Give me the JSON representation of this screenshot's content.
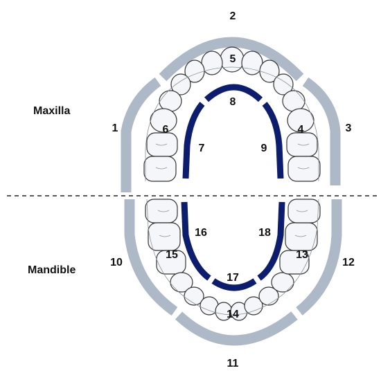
{
  "regions": {
    "maxilla": "Maxilla",
    "mandible": "Mandible"
  },
  "numbers": {
    "n1": "1",
    "n2": "2",
    "n3": "3",
    "n4": "4",
    "n5": "5",
    "n6": "6",
    "n7": "7",
    "n8": "8",
    "n9": "9",
    "n10": "10",
    "n11": "11",
    "n12": "12",
    "n13": "13",
    "n14": "14",
    "n15": "15",
    "n16": "16",
    "n17": "17",
    "n18": "18"
  },
  "colors": {
    "outer_band": "#aeb9c8",
    "inner_arch": "#0d1d6e",
    "divider": "#222222"
  }
}
